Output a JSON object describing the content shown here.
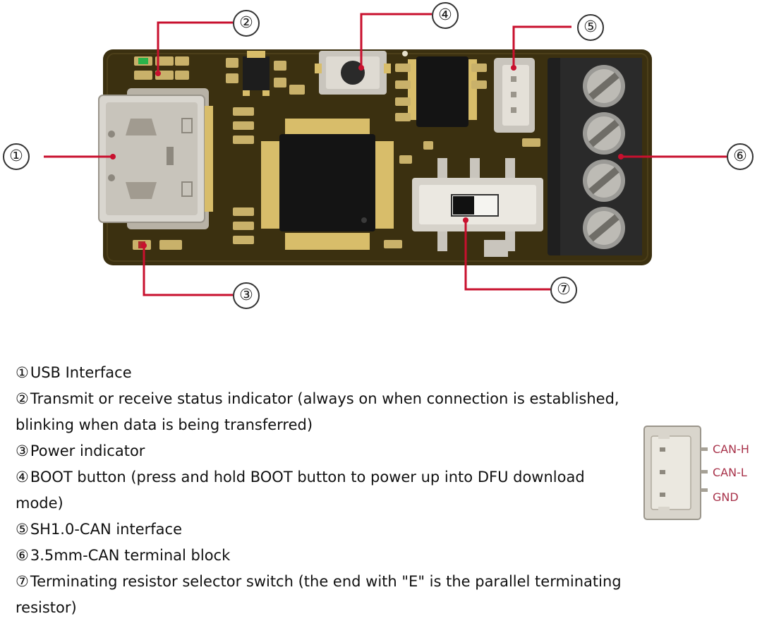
{
  "callouts": [
    {
      "id": "1",
      "label": "①"
    },
    {
      "id": "2",
      "label": "②"
    },
    {
      "id": "3",
      "label": "③"
    },
    {
      "id": "4",
      "label": "④"
    },
    {
      "id": "5",
      "label": "⑤"
    },
    {
      "id": "6",
      "label": "⑥"
    },
    {
      "id": "7",
      "label": "⑦"
    }
  ],
  "legend": [
    {
      "marker": "①",
      "text": "USB Interface"
    },
    {
      "marker": "②",
      "text": "Transmit or receive status indicator (always on when connection is established, blinking when data is being transferred)"
    },
    {
      "marker": "③",
      "text": "Power indicator"
    },
    {
      "marker": "④",
      "text": "BOOT button (press and hold BOOT button to power up into DFU download mode)"
    },
    {
      "marker": "⑤",
      "text": "SH1.0-CAN interface"
    },
    {
      "marker": "⑥",
      "text": "3.5mm-CAN terminal block"
    },
    {
      "marker": "⑦",
      "text": "Terminating resistor selector switch (the end with \"E\" is the parallel terminating resistor)"
    }
  ],
  "connector_pins": [
    "CAN-H",
    "CAN-L",
    "GND"
  ],
  "colors": {
    "board": "#3b3010",
    "pad": "#d8bd6a",
    "leader": "#c8102e",
    "connector_label": "#a8324a"
  }
}
